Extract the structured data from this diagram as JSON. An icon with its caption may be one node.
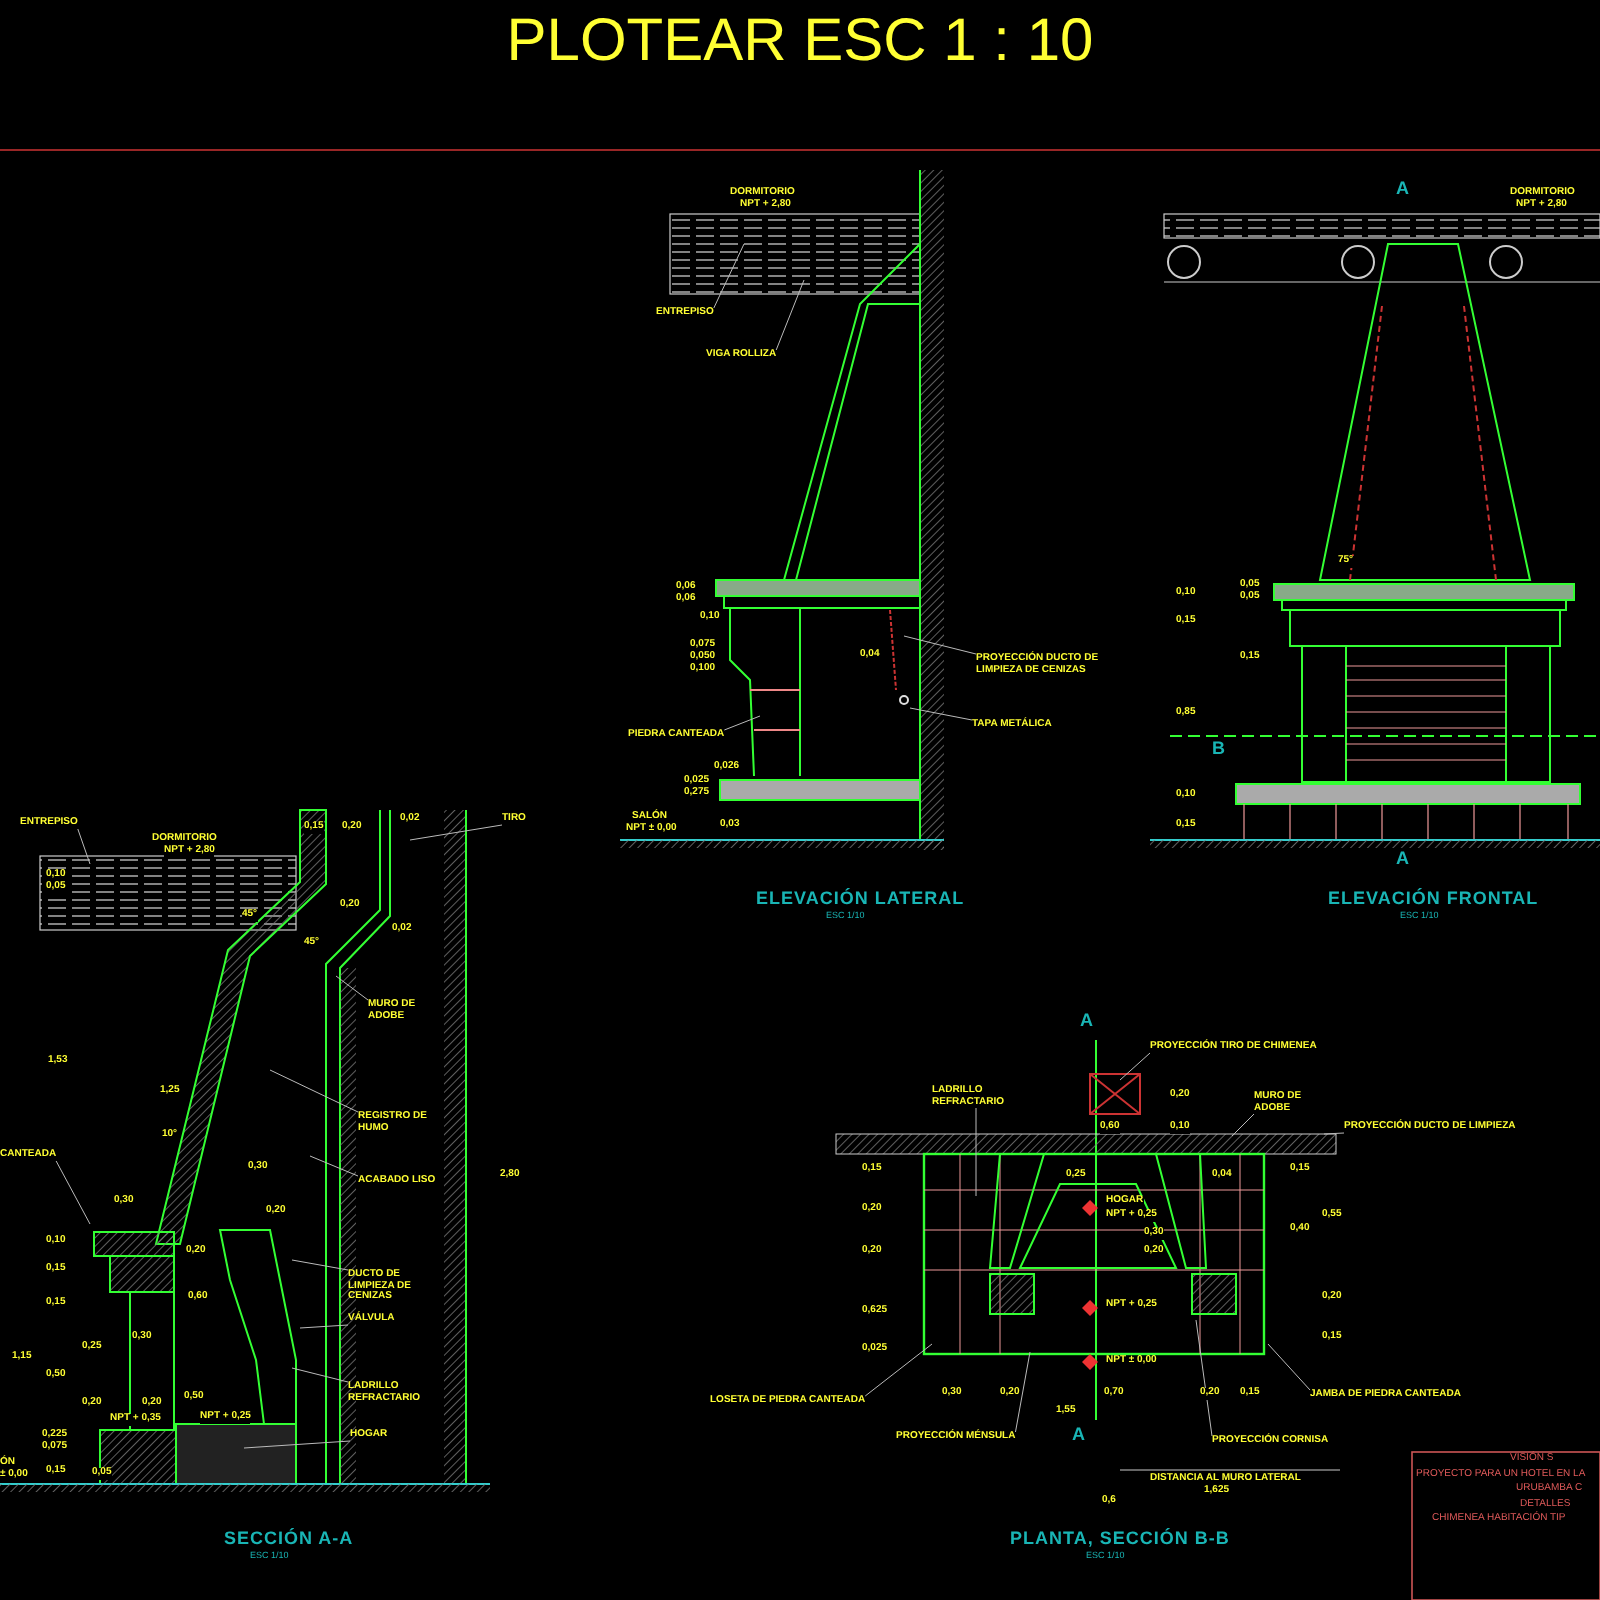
{
  "diagram": {
    "title": "PLOTEAR ESC 1 : 10",
    "nodes": [
      {
        "text": [
          "ENTREPISO"
        ]
      },
      {
        "text": [
          "VIGA ROLLIZA"
        ]
      },
      {
        "text": [
          "PROYECCIÓN DUCTO DE LIMPIEZA DE CENIZAS"
        ]
      },
      {
        "text": [
          "TAPA METÁLICA"
        ]
      },
      {
        "text": [
          "PIEDRA CANTEADA"
        ]
      },
      {
        "text": [
          "ENTREPISO"
        ]
      },
      {
        "text": [
          "TIRO"
        ]
      },
      {
        "text": [
          "MURO DE ADOBE"
        ]
      },
      {
        "text": [
          "REGISTRO DE HUMO"
        ]
      },
      {
        "text": [
          "ACABADO LISO"
        ]
      },
      {
        "text": [
          "CANTEADA"
        ]
      },
      {
        "text": [
          "DUCTO DE LIMPIEZA DE CENIZAS"
        ]
      },
      {
        "text": [
          "VÁLVULA"
        ]
      },
      {
        "text": [
          "LADRILLO REFRACTARIO"
        ]
      },
      {
        "text": [
          "HOGAR"
        ]
      },
      {
        "text": [
          "PROYECCIÓN TIRO DE CHIMENEA"
        ]
      },
      {
        "text": [
          "LADRILLO REFRACTARIO"
        ]
      },
      {
        "text": [
          "MURO DE ADOBE"
        ]
      },
      {
        "text": [
          "PROYECCIÓN DUCTO DE LIMPIEZA"
        ]
      },
      {
        "text": [
          "LOSETA DE PIEDRA CANTEADA"
        ]
      },
      {
        "text": [
          "PROYECCIÓN MÉNSULA"
        ]
      },
      {
        "text": [
          "PROYECCIÓN CORNISA"
        ]
      },
      {
        "text": [
          "JAMBA DE PIEDRA CANTEADA"
        ]
      }
    ],
    "edges": [
      {
        "from": 0,
        "to": null,
        "arrow": "none"
      },
      {
        "from": 1,
        "to": null,
        "arrow": "none"
      },
      {
        "from": 2,
        "to": null,
        "arrow": "none"
      },
      {
        "from": 3,
        "to": null,
        "arrow": "none"
      },
      {
        "from": 4,
        "to": null,
        "arrow": "none"
      },
      {
        "from": 5,
        "to": null,
        "arrow": "none"
      },
      {
        "from": 6,
        "to": null,
        "arrow": "none"
      },
      {
        "from": 7,
        "to": null,
        "arrow": "none"
      },
      {
        "from": 8,
        "to": null,
        "arrow": "none"
      },
      {
        "from": 9,
        "to": null,
        "arrow": "none"
      },
      {
        "from": 10,
        "to": null,
        "arrow": "none"
      },
      {
        "from": 11,
        "to": null,
        "arrow": "none"
      },
      {
        "from": 12,
        "to": null,
        "arrow": "none"
      },
      {
        "from": 13,
        "to": null,
        "arrow": "none"
      },
      {
        "from": 14,
        "to": null,
        "arrow": "none"
      },
      {
        "from": 15,
        "to": null,
        "arrow": "none"
      },
      {
        "from": 16,
        "to": null,
        "arrow": "none"
      },
      {
        "from": 17,
        "to": null,
        "arrow": "none"
      },
      {
        "from": 18,
        "to": null,
        "arrow": "none"
      },
      {
        "from": 19,
        "to": null,
        "arrow": "none"
      },
      {
        "from": 20,
        "to": null,
        "arrow": "none"
      },
      {
        "from": 21,
        "to": null,
        "arrow": "none"
      },
      {
        "from": 22,
        "to": null,
        "arrow": "none"
      }
    ],
    "labels": [
      "DORMITORIO",
      "NPT + 2,80",
      "0,06",
      "0,06",
      "0,10",
      "0,075",
      "0,050",
      "0,100",
      "0,04",
      "0,026",
      "0,025",
      "0,275",
      "0,03",
      "SALÓN",
      "NPT ± 0,00",
      "ELEVACIÓN LATERAL",
      "ESC 1/10",
      "A",
      "DORMITORIO",
      "NPT + 2,80",
      "75°",
      "0,10",
      "0,05",
      "0,05",
      "0,15",
      "0,15",
      "0,85",
      "B",
      "0,10",
      "0,15",
      "A",
      "ELEVACIÓN FRONTAL",
      "ESC 1/10",
      "DORMITORIO",
      "NPT + 2,80",
      "0,10",
      "0,05",
      "0,15",
      "0,20",
      "0,02",
      "45°",
      "0,20",
      "0,02",
      "45°",
      "1,53",
      "1,25",
      "10°",
      "0,30",
      "0,30",
      "0,20",
      "0,10",
      "0,15",
      "0,15",
      "0,20",
      "0,60",
      "0,25",
      "0,30",
      "1,15",
      "0,50",
      "0,20",
      "0,20",
      "0,50",
      "NPT + 0,35",
      "NPT + 0,25",
      "0,225",
      "0,075",
      "0,15",
      "0,05",
      "ÓN",
      "± 0,00",
      "2,80",
      "SECCIÓN A-A",
      "ESC 1/10",
      "A",
      "0,20",
      "0,60",
      "0,10",
      "0,15",
      "0,20",
      "0,20",
      "0,625",
      "0,025",
      "0,25",
      "0,04",
      "HOGAR",
      "NPT + 0,25",
      "0,30",
      "0,20",
      "0,15",
      "0,40",
      "0,55",
      "0,20",
      "0,15",
      "NPT + 0,25",
      "NPT ± 0,00",
      "0,30",
      "0,20",
      "0,70",
      "0,20",
      "0,15",
      "1,55",
      "A",
      "DISTANCIA AL MURO LATERAL",
      "1,625",
      "0,6",
      "PLANTA, SECCIÓN B-B",
      "ESC 1/10",
      "VISIÓN S",
      "PROYECTO PARA UN HOTEL EN LA",
      "URUBAMBA C",
      "DETALLES",
      "CHIMENEA HABITACIÓN TIP"
    ]
  }
}
